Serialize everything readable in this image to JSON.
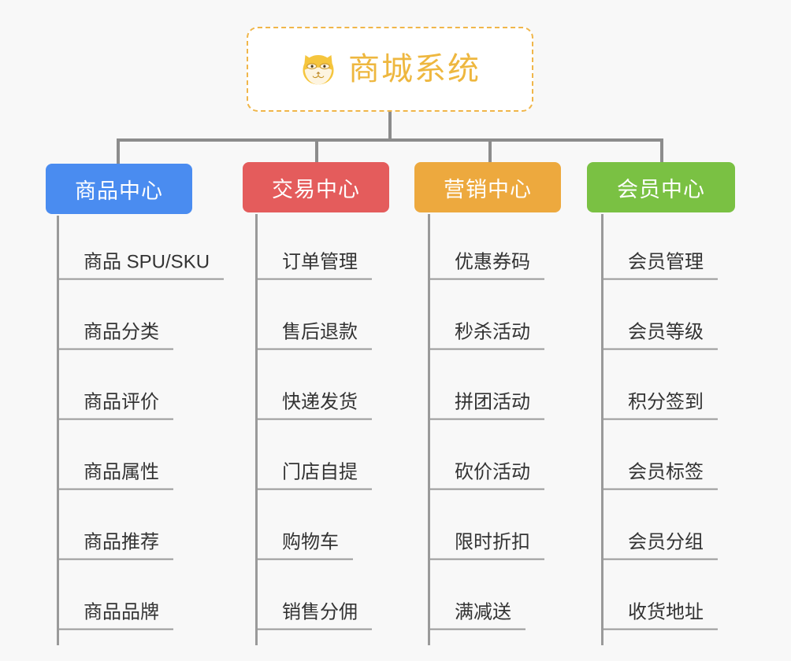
{
  "page": {
    "background_color": "#f8f8f8",
    "title": "商城系统",
    "type": "mindmap-diagram"
  },
  "root": {
    "label": "商城系统",
    "icon": "shiba-dog-icon",
    "border_color": "#f0b64a",
    "text_color": "#eeb73f",
    "background_color": "#ffffff"
  },
  "columns": [
    {
      "id": "product-center",
      "header": "商品中心",
      "color": "#4a8cf0",
      "items": [
        "商品 SPU/SKU",
        "商品分类",
        "商品评价",
        "商品属性",
        "商品推荐",
        "商品品牌"
      ]
    },
    {
      "id": "trade-center",
      "header": "交易中心",
      "color": "#e45c5c",
      "items": [
        "订单管理",
        "售后退款",
        "快递发货",
        "门店自提",
        "购物车",
        "销售分佣"
      ]
    },
    {
      "id": "marketing-center",
      "header": "营销中心",
      "color": "#eda93e",
      "items": [
        "优惠券码",
        "秒杀活动",
        "拼团活动",
        "砍价活动",
        "限时折扣",
        "满减送"
      ]
    },
    {
      "id": "member-center",
      "header": "会员中心",
      "color": "#7ac143",
      "items": [
        "会员管理",
        "会员等级",
        "积分签到",
        "会员标签",
        "会员分组",
        "收货地址"
      ]
    }
  ],
  "connector_color": "#8c8c8c",
  "leaf_line_color": "#9a9a9a",
  "leaf_text_color": "#333333"
}
